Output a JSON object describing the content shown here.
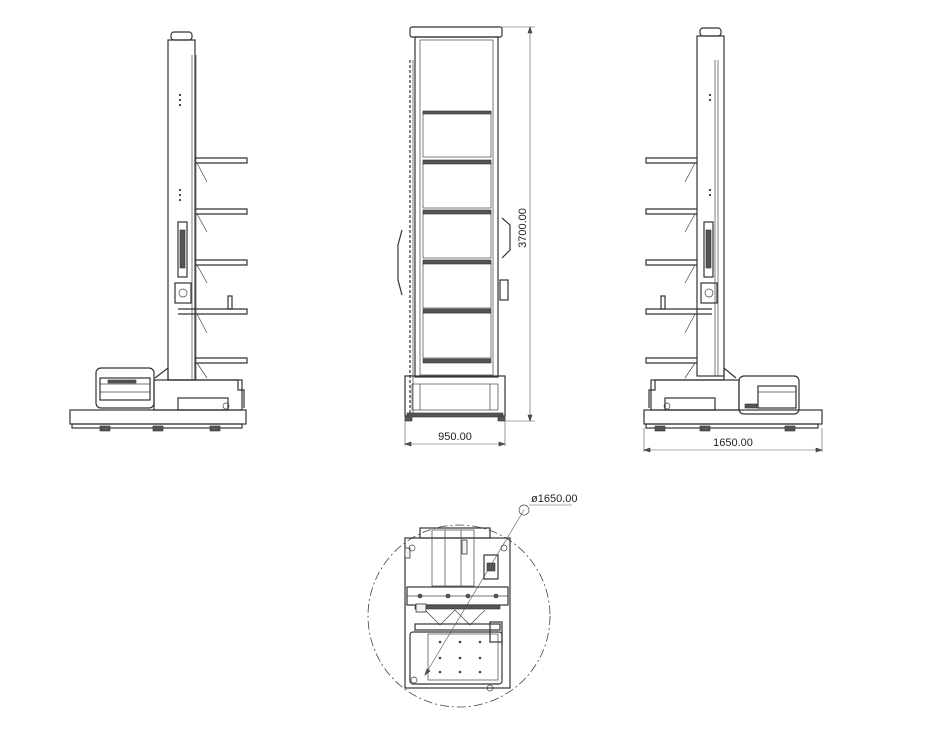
{
  "dimensions": {
    "front_height": "3700.00",
    "front_width": "950.00",
    "side_width": "1650.00",
    "top_diameter": "ø1650.00"
  },
  "colors": {
    "line": "#333333",
    "background": "#ffffff"
  }
}
